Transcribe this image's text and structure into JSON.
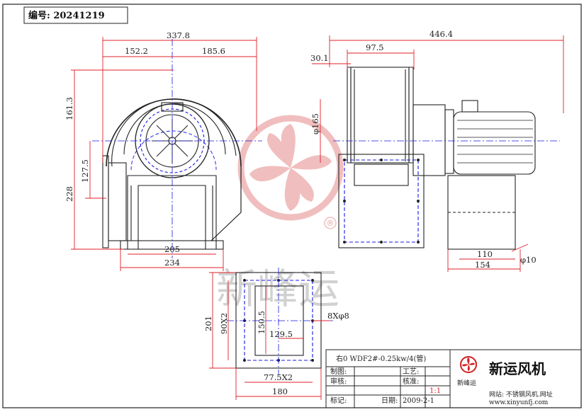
{
  "header": {
    "serial_label": "编号: 20241219"
  },
  "front_view": {
    "dims": {
      "overall_width": "337.8",
      "left_to_axis": "152.2",
      "right_from_axis": "185.6",
      "top_height": "161.3",
      "axis_height": "228",
      "outlet_height": "127.5",
      "base_inner": "205",
      "base_outer": "234"
    }
  },
  "side_view": {
    "dims": {
      "overall_length": "446.4",
      "housing_width": "97.5",
      "flange_offset": "30.1",
      "inlet_dia": "φ165",
      "base_inner": "110",
      "base_outer": "154",
      "bolt_dia": "φ10"
    }
  },
  "flange_view": {
    "dims": {
      "outer_height": "201",
      "hole_pitch_v": "90X2",
      "inner_height": "150.5",
      "inner_width": "129.5",
      "holes": "8Xφ8",
      "hole_pitch_h": "77.5X2",
      "outer_width": "180"
    }
  },
  "watermark": {
    "text": "新峰运",
    "registered": "®"
  },
  "title_block": {
    "model": "右0 WDF2#-0.25kw/4(管)",
    "drawn_label": "制图:",
    "reviewed_label": "审核:",
    "process_label": "工艺:",
    "approved_label": "核准:",
    "scale": "1:1",
    "date_label": "日期:",
    "date": "2009-2-1",
    "mark_label": "标记:",
    "brand_small": "新峰运",
    "company": "新运风机",
    "company_note": "网站: 不锈钢风机.网址",
    "website": "www.xinyunfj.com"
  },
  "colors": {
    "dimension": "#e0202a",
    "centerline": "#1a1adf",
    "outline": "#222222",
    "watermark": "#e07070"
  }
}
